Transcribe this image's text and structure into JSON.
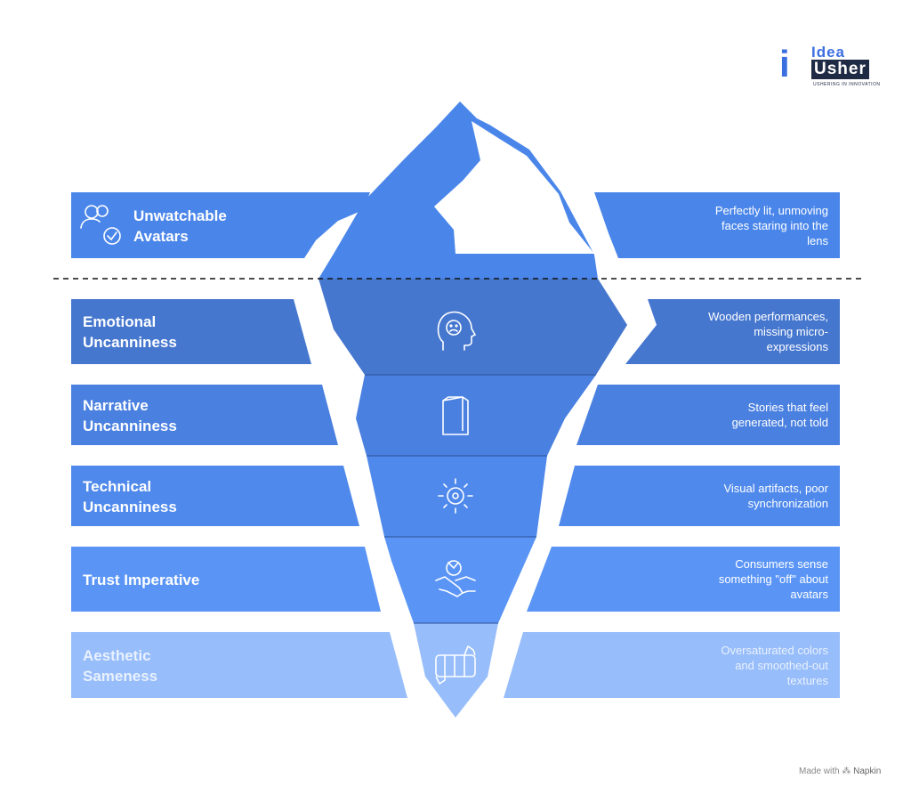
{
  "logo": {
    "letter": "i",
    "word1": "Idea",
    "word2": "Usher",
    "tagline": "USHERING IN INNOVATION"
  },
  "colors": {
    "top": "#4a86ea",
    "level1": "#4677cf",
    "level2": "#4a80e0",
    "level3": "#4f89ec",
    "level4": "#5a95f6",
    "level5": "#97bdfa",
    "text": "#ffffff"
  },
  "tip": {
    "label": "Unwatchable\nAvatars",
    "description": "Perfectly lit, unmoving\nfaces staring into the\nlens",
    "icon": "user-check-icon"
  },
  "levels": [
    {
      "label": "Emotional\nUncanniness",
      "description": "Wooden performances,\nmissing micro-\nexpressions",
      "icon": "sad-head-icon"
    },
    {
      "label": "Narrative\nUncanniness",
      "description": "Stories that feel\ngenerated, not told",
      "icon": "book-icon"
    },
    {
      "label": "Technical\nUncanniness",
      "description": "Visual artifacts, poor\nsynchronization",
      "icon": "gear-sun-icon"
    },
    {
      "label": "Trust Imperative",
      "description": "Consumers sense\nsomething \"off\" about\navatars",
      "icon": "handshake-icon"
    },
    {
      "label": "Aesthetic\nSameness",
      "description": "Oversaturated colors\nand smoothed-out\ntextures",
      "icon": "scroll-icon"
    }
  ],
  "credit": {
    "prefix": "Made with",
    "brand": "Napkin"
  }
}
